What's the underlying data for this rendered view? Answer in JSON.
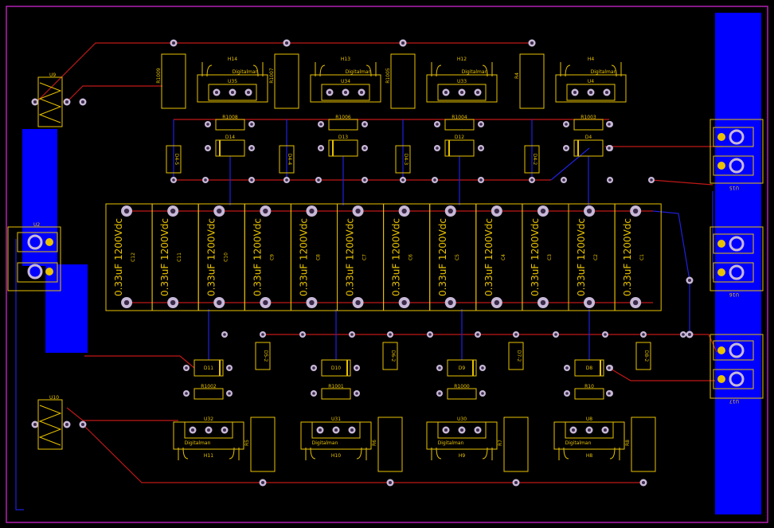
{
  "colors": {
    "background": "#000000",
    "outline": "#b020b0",
    "copper_top": "#c01818",
    "copper_bottom": "#2020e0",
    "pour": "#0000ff",
    "silkscreen": "#e8c200",
    "pad_ring": "#c8b8d8",
    "pad_hole": "#3a2a48"
  },
  "connectors": {
    "U2": "U2",
    "U15": "U15",
    "U16": "U16",
    "U17": "U17"
  },
  "transformers": {
    "U9": "U9",
    "U10": "U10"
  },
  "capacitors": {
    "value_text": "0.33uF 1200Vdc",
    "refs": [
      "C12",
      "C11",
      "C10",
      "C9",
      "C8",
      "C7",
      "C6",
      "C5",
      "C4",
      "C3",
      "C2",
      "C1"
    ]
  },
  "top_stages": [
    {
      "heatsink": "H14",
      "reg": "U35",
      "vr": "R1009",
      "r": "R1008",
      "diode": "D14",
      "zener": "D4-5"
    },
    {
      "heatsink": "H13",
      "reg": "U34",
      "vr": "R1007",
      "r": "R1006",
      "diode": "D13",
      "zener": "D4-4"
    },
    {
      "heatsink": "H12",
      "reg": "U33",
      "vr": "R1005",
      "r": "R1004",
      "diode": "D12",
      "zener": "D4-3"
    },
    {
      "heatsink": "H4",
      "reg": "U4",
      "vr": "R4",
      "r": "R1003",
      "diode": "D4",
      "zener": "D4-2"
    }
  ],
  "bottom_stages": [
    {
      "heatsink": "H11",
      "reg": "U32",
      "vr": "R5",
      "r": "R1002",
      "diode": "D11",
      "zener": "D5-2"
    },
    {
      "heatsink": "H10",
      "reg": "U31",
      "vr": "R6",
      "r": "R1001",
      "diode": "D10",
      "zener": "D6-2"
    },
    {
      "heatsink": "H9",
      "reg": "U30",
      "vr": "R7",
      "r": "R1000",
      "diode": "D9",
      "zener": "D7-2"
    },
    {
      "heatsink": "H8",
      "reg": "U8",
      "vr": "R8",
      "r": "R10",
      "diode": "D8",
      "zener": "D8-2"
    }
  ],
  "heatsink_brand": "Digitalman"
}
